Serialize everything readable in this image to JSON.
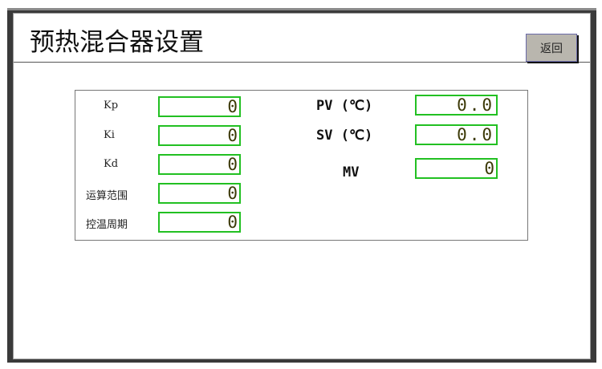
{
  "header": {
    "title": "预热混合器设置",
    "back_label": "返回"
  },
  "left": [
    {
      "label": "Kp",
      "value": "0"
    },
    {
      "label": "Ki",
      "value": "0"
    },
    {
      "label": "Kd",
      "value": "0"
    },
    {
      "label": "运算范围",
      "value": "0"
    },
    {
      "label": "控温周期",
      "value": "0"
    }
  ],
  "right": [
    {
      "label": "PV (℃)",
      "value": "0.0"
    },
    {
      "label": "SV (℃)",
      "value": "0.0"
    },
    {
      "label": "MV",
      "value": "0"
    }
  ]
}
